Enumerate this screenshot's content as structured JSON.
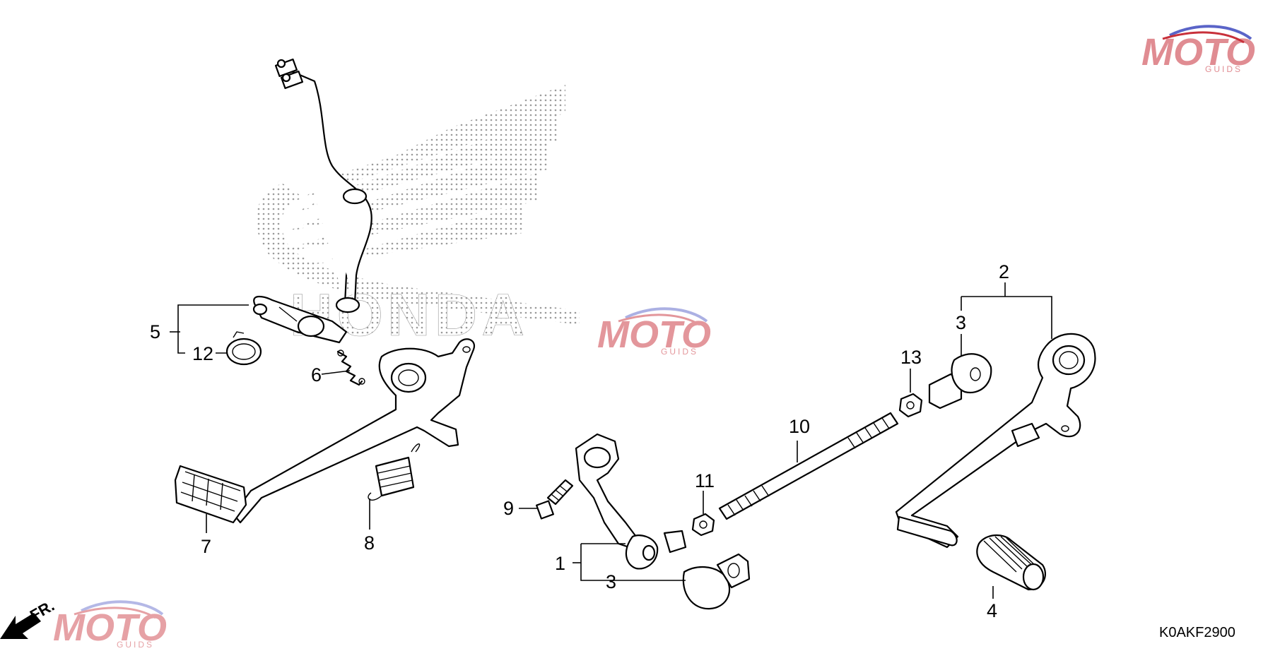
{
  "diagram_code": "K0AKF2900",
  "callouts": {
    "c1": "1",
    "c2": "2",
    "c3a": "3",
    "c3b": "3",
    "c4": "4",
    "c5": "5",
    "c6": "6",
    "c7": "7",
    "c8": "8",
    "c9": "9",
    "c10": "10",
    "c11": "11",
    "c12": "12",
    "c13": "13"
  },
  "background_brand": "HONDA",
  "watermark": {
    "main": "MOTO",
    "sub": "GUIDS"
  },
  "direction": {
    "label": "FR."
  },
  "colors": {
    "watermark_red": "#c8303a",
    "watermark_blue": "#5a64c8",
    "wing_dots": "#9a9a9a"
  }
}
